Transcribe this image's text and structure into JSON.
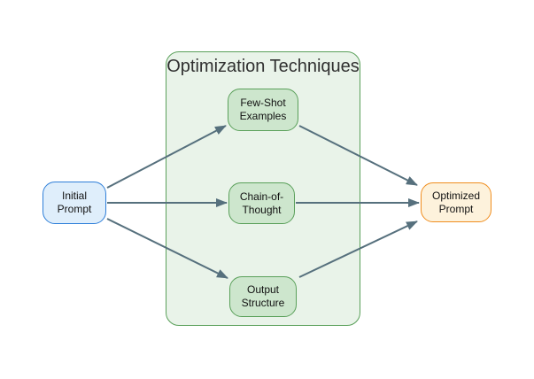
{
  "container": {
    "title": "Optimization Techniques"
  },
  "nodes": {
    "initial": {
      "line1": "Initial",
      "line2": "Prompt"
    },
    "fewshot": {
      "line1": "Few-Shot",
      "line2": "Examples"
    },
    "chain": {
      "line1": "Chain-of-",
      "line2": "Thought"
    },
    "output": {
      "line1": "Output",
      "line2": "Structure"
    },
    "optimized": {
      "line1": "Optimized",
      "line2": "Prompt"
    }
  },
  "edges": [
    {
      "from": "Initial Prompt",
      "to": "Few-Shot Examples"
    },
    {
      "from": "Initial Prompt",
      "to": "Chain-of-Thought"
    },
    {
      "from": "Initial Prompt",
      "to": "Output Structure"
    },
    {
      "from": "Few-Shot Examples",
      "to": "Optimized Prompt"
    },
    {
      "from": "Chain-of-Thought",
      "to": "Optimized Prompt"
    },
    {
      "from": "Output Structure",
      "to": "Optimized Prompt"
    }
  ],
  "colors": {
    "canvas-bg": "#ffffff",
    "container-fill": "#e9f3e9",
    "green-stroke": "#5aa05a",
    "green-node-fill": "#cde6cd",
    "blue-stroke": "#2f7fd9",
    "blue-node-fill": "#dfeefb",
    "orange-stroke": "#f08e1f",
    "orange-node-fill": "#fdf2dc",
    "arrow": "#56707d",
    "text": "#111111"
  }
}
